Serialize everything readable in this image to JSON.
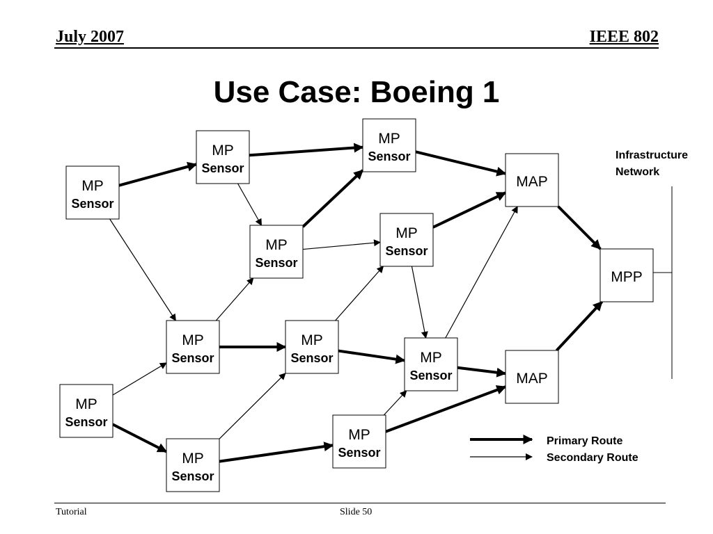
{
  "header": {
    "date": "July 2007",
    "org": "IEEE 802"
  },
  "title": "Use Case: Boeing 1",
  "diagram": {
    "nodes": [
      {
        "id": "n1",
        "line1": "MP",
        "line2": "Sensor"
      },
      {
        "id": "n2",
        "line1": "MP",
        "line2": "Sensor"
      },
      {
        "id": "n3",
        "line1": "MP",
        "line2": "Sensor"
      },
      {
        "id": "n4",
        "line1": "MP",
        "line2": "Sensor"
      },
      {
        "id": "n5",
        "line1": "MP",
        "line2": "Sensor"
      },
      {
        "id": "n6",
        "line1": "MP",
        "line2": "Sensor"
      },
      {
        "id": "n7",
        "line1": "MP",
        "line2": "Sensor"
      },
      {
        "id": "n8",
        "line1": "MP",
        "line2": "Sensor"
      },
      {
        "id": "n9",
        "line1": "MP",
        "line2": "Sensor"
      },
      {
        "id": "n10",
        "line1": "MP",
        "line2": "Sensor"
      },
      {
        "id": "n11",
        "line1": "MP",
        "line2": "Sensor"
      },
      {
        "id": "map1",
        "line1": "MAP"
      },
      {
        "id": "map2",
        "line1": "MAP"
      },
      {
        "id": "mpp",
        "line1": "MPP"
      }
    ],
    "edges": [
      {
        "from": "n1",
        "to": "n2",
        "type": "primary"
      },
      {
        "from": "n1",
        "to": "n5",
        "type": "secondary"
      },
      {
        "from": "n2",
        "to": "n3",
        "type": "primary"
      },
      {
        "from": "n2",
        "to": "n4",
        "type": "secondary"
      },
      {
        "from": "n3",
        "to": "map1",
        "type": "primary"
      },
      {
        "from": "n4",
        "to": "n3",
        "type": "primary"
      },
      {
        "from": "n4",
        "to": "n6",
        "type": "secondary"
      },
      {
        "from": "n6",
        "to": "map1",
        "type": "primary"
      },
      {
        "from": "n6",
        "to": "n8",
        "type": "secondary"
      },
      {
        "from": "n5",
        "to": "n4",
        "type": "secondary"
      },
      {
        "from": "n5",
        "to": "n7",
        "type": "primary"
      },
      {
        "from": "n7",
        "to": "n6",
        "type": "secondary"
      },
      {
        "from": "n7",
        "to": "n8",
        "type": "primary"
      },
      {
        "from": "n8",
        "to": "map1",
        "type": "secondary"
      },
      {
        "from": "n8",
        "to": "map2",
        "type": "primary"
      },
      {
        "from": "n9",
        "to": "n5",
        "type": "secondary"
      },
      {
        "from": "n9",
        "to": "n10",
        "type": "primary"
      },
      {
        "from": "n10",
        "to": "n7",
        "type": "secondary"
      },
      {
        "from": "n10",
        "to": "n11",
        "type": "primary"
      },
      {
        "from": "n11",
        "to": "n8",
        "type": "secondary"
      },
      {
        "from": "n11",
        "to": "map2",
        "type": "primary"
      },
      {
        "from": "map1",
        "to": "mpp",
        "type": "primary"
      },
      {
        "from": "map2",
        "to": "mpp",
        "type": "primary"
      }
    ],
    "infrastructure_label": [
      "Infrastructure",
      "Network"
    ],
    "legend": {
      "primary": "Primary Route",
      "secondary": "Secondary Route"
    }
  },
  "footer": {
    "left": "Tutorial",
    "center": "Slide 50"
  }
}
